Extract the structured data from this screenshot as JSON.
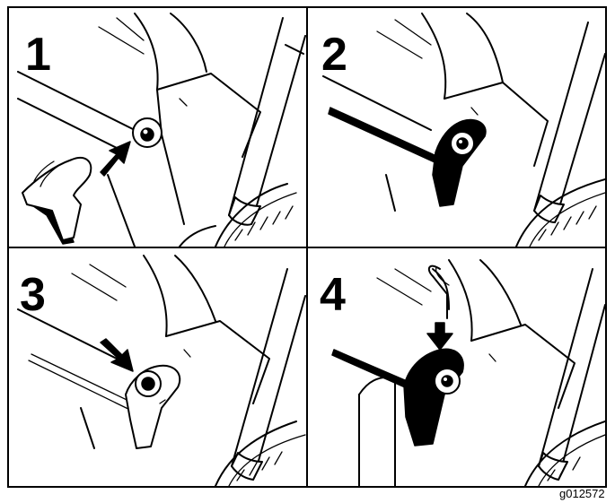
{
  "steps": [
    {
      "number": "1",
      "arrow": "black-arrow-icon"
    },
    {
      "number": "2",
      "arrow": null
    },
    {
      "number": "3",
      "arrow": "black-arrow-icon"
    },
    {
      "number": "4",
      "arrow": "black-arrow-icon"
    }
  ],
  "figure_code": "g012572",
  "colors": {
    "ink": "#000000",
    "paper": "#ffffff"
  }
}
